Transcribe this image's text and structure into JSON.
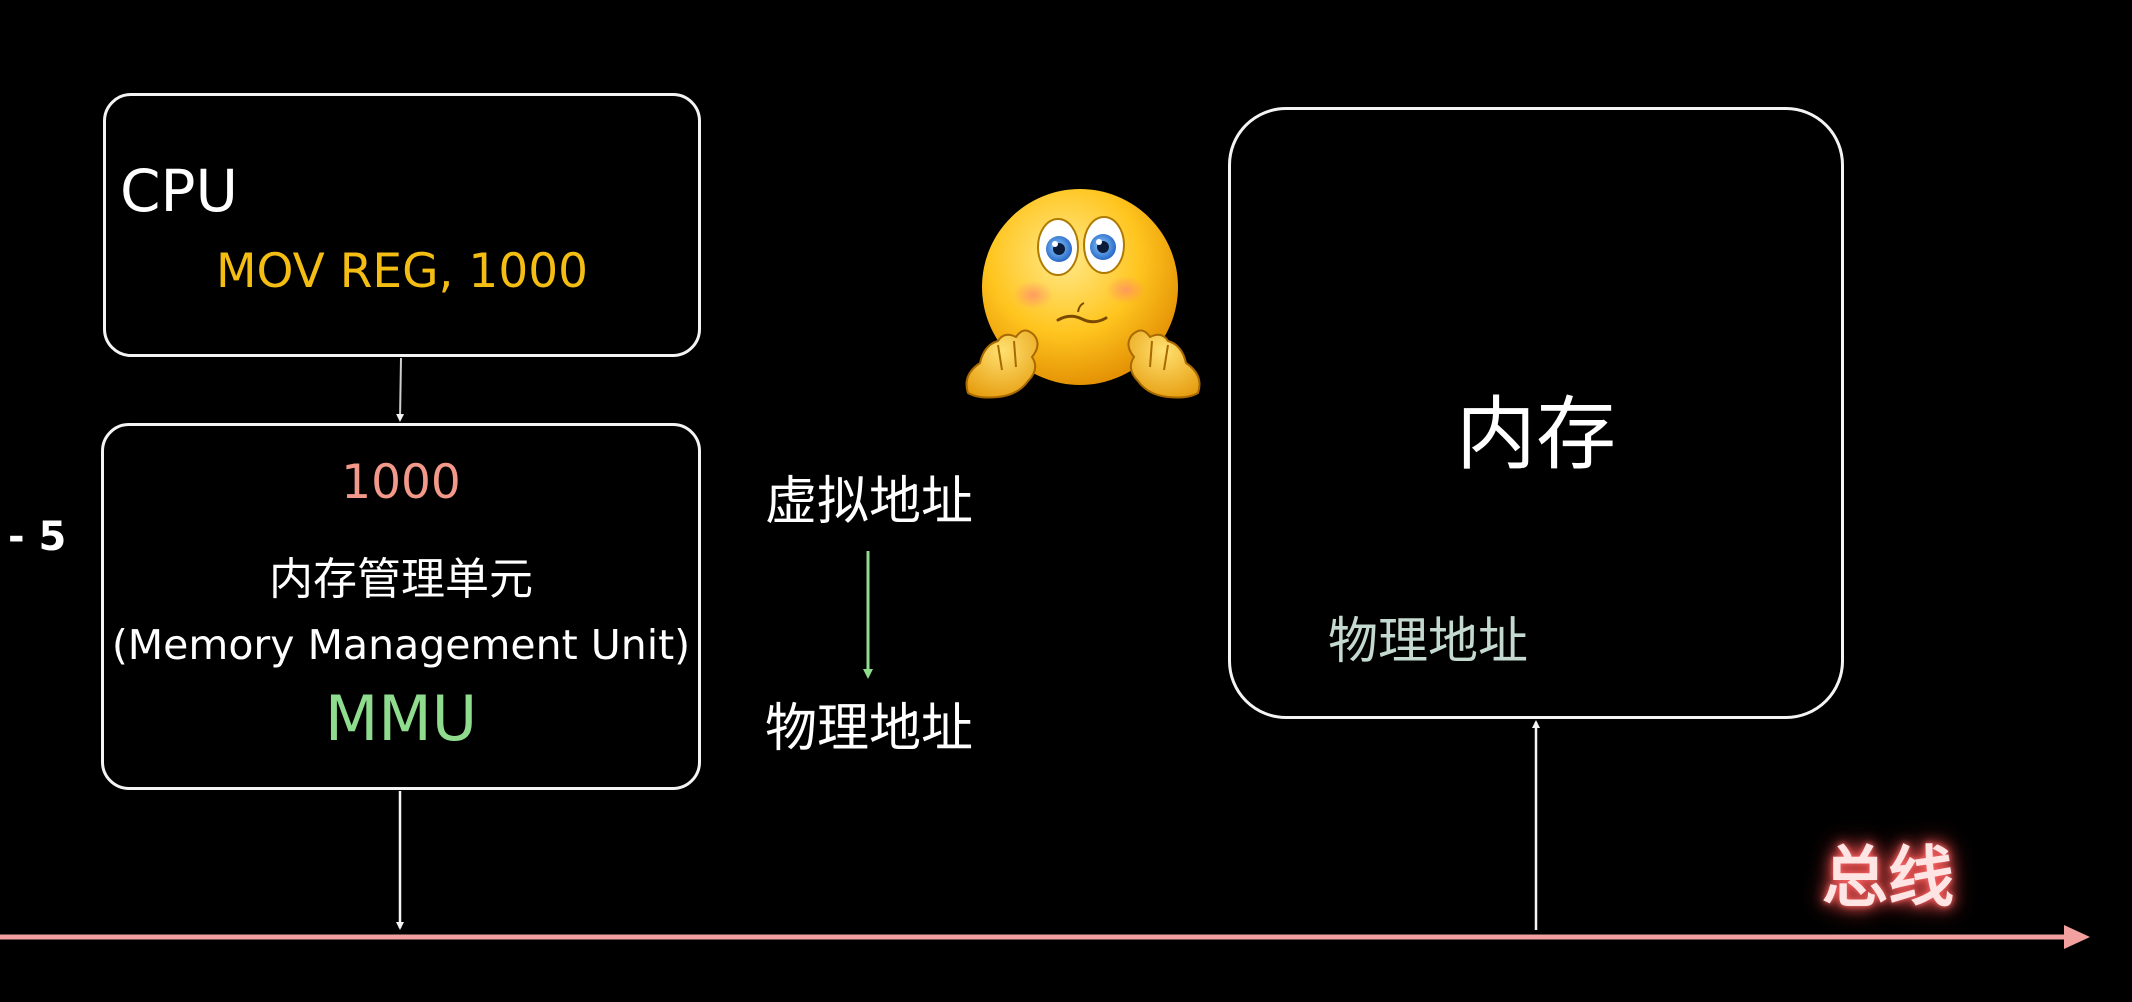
{
  "cpu": {
    "title": "CPU",
    "instruction": "MOV REG, 1000"
  },
  "mmu": {
    "address": "1000",
    "name_cn": "内存管理单元",
    "name_en": "(Memory Management Unit)",
    "abbr": "MMU"
  },
  "translation": {
    "virtual_label": "虚拟地址",
    "physical_label": "物理地址"
  },
  "memory": {
    "title": "内存",
    "physical_label": "物理地址"
  },
  "bus": {
    "label": "总线"
  },
  "side_marker": "- 5",
  "colors": {
    "instruction": "#f4bd13",
    "mmu_address": "#f2998a",
    "mmu_abbr": "#8fdc8f",
    "bus_line": "#f2a0a0",
    "translation_arrow": "#8fdc8f"
  },
  "icons": {
    "emoji": "worried-emoji-icon"
  }
}
